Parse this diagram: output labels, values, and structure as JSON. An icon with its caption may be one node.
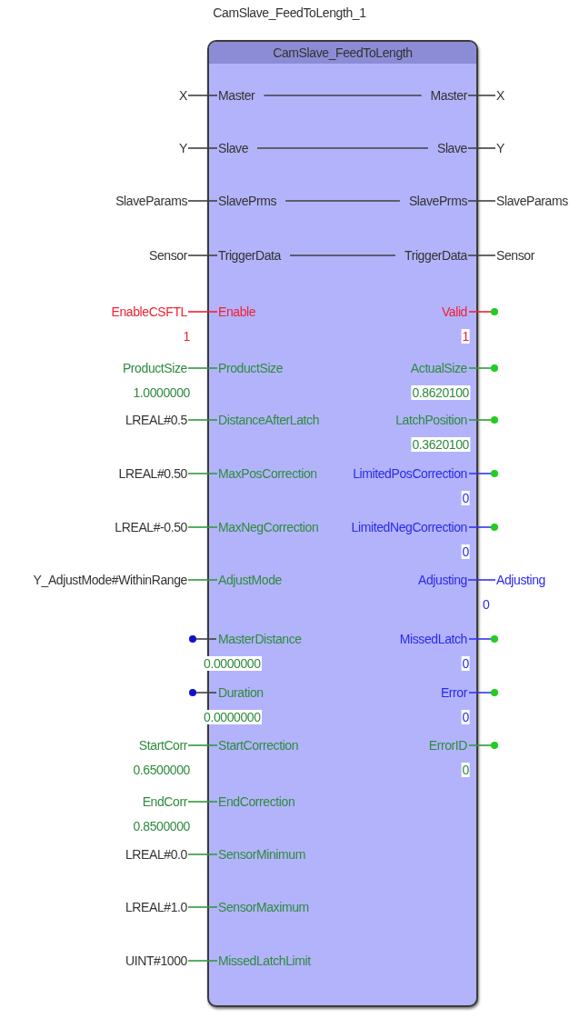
{
  "diagram": {
    "title": "CamSlave_FeedToLength_1",
    "nodes": [
      {
        "text": [
          "CamSlave_FeedToLength"
        ]
      },
      {
        "text": [
          "X"
        ]
      },
      {
        "text": [
          "Master"
        ],
        "in": 0
      },
      {
        "text": [
          "Master"
        ],
        "in": 0
      },
      {
        "text": [
          "X"
        ]
      },
      {
        "text": [
          "Y"
        ]
      },
      {
        "text": [
          "Slave"
        ],
        "in": 0
      },
      {
        "text": [
          "Slave"
        ],
        "in": 0
      },
      {
        "text": [
          "Y"
        ]
      },
      {
        "text": [
          "SlaveParams"
        ]
      },
      {
        "text": [
          "SlavePrms"
        ],
        "in": 0
      },
      {
        "text": [
          "SlavePrms"
        ],
        "in": 0
      },
      {
        "text": [
          "SlaveParams"
        ]
      },
      {
        "text": [
          "Sensor"
        ]
      },
      {
        "text": [
          "TriggerData"
        ],
        "in": 0
      },
      {
        "text": [
          "TriggerData"
        ],
        "in": 0
      },
      {
        "text": [
          "Sensor"
        ]
      },
      {
        "text": [
          "EnableCSFTL"
        ],
        "beside": [
          "1"
        ]
      },
      {
        "text": [
          "Enable"
        ],
        "in": 0
      },
      {
        "text": [
          "Valid"
        ],
        "in": 0,
        "beside": [
          "1"
        ]
      },
      {
        "text": [
          "ProductSize"
        ],
        "beside": [
          "1.0000000"
        ]
      },
      {
        "text": [
          "ProductSize"
        ],
        "in": 0
      },
      {
        "text": [
          "ActualSize"
        ],
        "in": 0,
        "beside": [
          "0.8620100"
        ]
      },
      {
        "text": [
          "LREAL#0.5"
        ]
      },
      {
        "text": [
          "DistanceAfterLatch"
        ],
        "in": 0
      },
      {
        "text": [
          "LatchPosition"
        ],
        "in": 0,
        "beside": [
          "0.3620100"
        ]
      },
      {
        "text": [
          "LREAL#0.50"
        ]
      },
      {
        "text": [
          "MaxPosCorrection"
        ],
        "in": 0
      },
      {
        "text": [
          "LimitedPosCorrection"
        ],
        "in": 0,
        "beside": [
          "0"
        ]
      },
      {
        "text": [
          "LREAL#-0.50"
        ]
      },
      {
        "text": [
          "MaxNegCorrection"
        ],
        "in": 0
      },
      {
        "text": [
          "LimitedNegCorrection"
        ],
        "in": 0,
        "beside": [
          "0"
        ]
      },
      {
        "text": [
          "Y_AdjustMode#WithinRange"
        ]
      },
      {
        "text": [
          "AdjustMode"
        ],
        "in": 0
      },
      {
        "text": [
          "Adjusting"
        ],
        "in": 0
      },
      {
        "text": [
          "Adjusting"
        ],
        "beside": [
          "0"
        ]
      },
      {
        "text": [
          "MasterDistance"
        ],
        "in": 0,
        "beside": [
          "0.0000000"
        ]
      },
      {
        "text": [
          "MissedLatch"
        ],
        "in": 0,
        "beside": [
          "0"
        ]
      },
      {
        "text": [
          "Duration"
        ],
        "in": 0,
        "beside": [
          "0.0000000"
        ]
      },
      {
        "text": [
          "Error"
        ],
        "in": 0,
        "beside": [
          "0"
        ]
      },
      {
        "text": [
          "StartCorr"
        ],
        "beside": [
          "0.6500000"
        ]
      },
      {
        "text": [
          "StartCorrection"
        ],
        "in": 0
      },
      {
        "text": [
          "ErrorID"
        ],
        "in": 0,
        "beside": [
          "0"
        ]
      },
      {
        "text": [
          "EndCorr"
        ],
        "beside": [
          "0.8500000"
        ]
      },
      {
        "text": [
          "EndCorrection"
        ],
        "in": 0
      },
      {
        "text": [
          "LREAL#0.0"
        ]
      },
      {
        "text": [
          "SensorMinimum"
        ],
        "in": 0
      },
      {
        "text": [
          "LREAL#1.0"
        ]
      },
      {
        "text": [
          "SensorMaximum"
        ],
        "in": 0
      },
      {
        "text": [
          "UINT#1000"
        ]
      },
      {
        "text": [
          "MissedLatchLimit"
        ],
        "in": 0
      }
    ],
    "edges": [
      {
        "from": 1,
        "to": 2,
        "arrow": "none"
      },
      {
        "from": 2,
        "to": 3,
        "arrow": "none"
      },
      {
        "from": 3,
        "to": 4,
        "arrow": "none"
      },
      {
        "from": 5,
        "to": 6,
        "arrow": "none"
      },
      {
        "from": 6,
        "to": 7,
        "arrow": "none"
      },
      {
        "from": 7,
        "to": 8,
        "arrow": "none"
      },
      {
        "from": 9,
        "to": 10,
        "arrow": "none"
      },
      {
        "from": 10,
        "to": 11,
        "arrow": "none"
      },
      {
        "from": 11,
        "to": 12,
        "arrow": "none"
      },
      {
        "from": 13,
        "to": 14,
        "arrow": "none"
      },
      {
        "from": 14,
        "to": 15,
        "arrow": "none"
      },
      {
        "from": 15,
        "to": 16,
        "arrow": "none"
      },
      {
        "from": 17,
        "to": 18,
        "arrow": "none",
        "color": "#ee2233"
      },
      {
        "from": 19,
        "to": null,
        "arrow": "other",
        "color": "#ee2233"
      },
      {
        "from": 20,
        "to": 21,
        "arrow": "none",
        "color": "#2e9a3e"
      },
      {
        "from": 22,
        "to": null,
        "arrow": "other",
        "color": "#2e9a3e"
      },
      {
        "from": 23,
        "to": 24,
        "arrow": "none",
        "color": "#2e9a3e"
      },
      {
        "from": 25,
        "to": null,
        "arrow": "other",
        "color": "#2e9a3e"
      },
      {
        "from": 26,
        "to": 27,
        "arrow": "none",
        "color": "#2e9a3e"
      },
      {
        "from": 28,
        "to": null,
        "arrow": "other",
        "color": "#3333ee"
      },
      {
        "from": 29,
        "to": 30,
        "arrow": "none",
        "color": "#2e9a3e"
      },
      {
        "from": 31,
        "to": null,
        "arrow": "other",
        "color": "#3333ee"
      },
      {
        "from": 32,
        "to": 33,
        "arrow": "none",
        "color": "#2e9a3e"
      },
      {
        "from": 34,
        "to": 35,
        "arrow": "none",
        "color": "#3333ee"
      },
      {
        "from": null,
        "to": 36,
        "arrow": "other"
      },
      {
        "from": 37,
        "to": null,
        "arrow": "other",
        "color": "#3333ee"
      },
      {
        "from": null,
        "to": 38,
        "arrow": "other"
      },
      {
        "from": 39,
        "to": null,
        "arrow": "other",
        "color": "#3333ee"
      },
      {
        "from": 40,
        "to": 41,
        "arrow": "none",
        "color": "#2e9a3e"
      },
      {
        "from": 42,
        "to": null,
        "arrow": "other",
        "color": "#2e9a3e"
      },
      {
        "from": 43,
        "to": 44,
        "arrow": "none",
        "color": "#2e9a3e"
      },
      {
        "from": 45,
        "to": 46,
        "arrow": "none",
        "color": "#2e9a3e"
      },
      {
        "from": 47,
        "to": 48,
        "arrow": "none",
        "color": "#2e9a3e"
      },
      {
        "from": 49,
        "to": 50,
        "arrow": "none",
        "color": "#2e9a3e"
      }
    ]
  }
}
